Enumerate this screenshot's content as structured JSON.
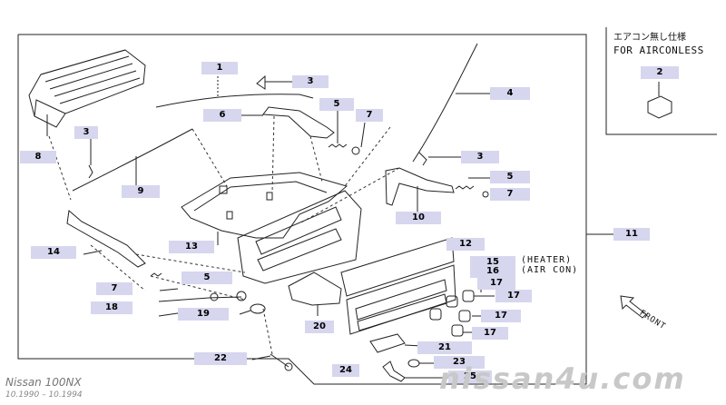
{
  "callouts": [
    {
      "text": "1"
    },
    {
      "text": "3"
    },
    {
      "text": "6"
    },
    {
      "text": "5"
    },
    {
      "text": "7"
    },
    {
      "text": "4"
    },
    {
      "text": "3"
    },
    {
      "text": "5"
    },
    {
      "text": "7"
    },
    {
      "text": "8"
    },
    {
      "text": "3"
    },
    {
      "text": "9"
    },
    {
      "text": "10"
    },
    {
      "text": "11"
    },
    {
      "text": "14"
    },
    {
      "text": "13"
    },
    {
      "text": "12"
    },
    {
      "text": "15"
    },
    {
      "text": "16"
    },
    {
      "text": "5"
    },
    {
      "text": "17"
    },
    {
      "text": "7"
    },
    {
      "text": "17"
    },
    {
      "text": "18"
    },
    {
      "text": "19"
    },
    {
      "text": "17"
    },
    {
      "text": "20"
    },
    {
      "text": "17"
    },
    {
      "text": "21"
    },
    {
      "text": "22"
    },
    {
      "text": "23"
    },
    {
      "text": "24"
    },
    {
      "text": "25"
    },
    {
      "text": "2"
    }
  ],
  "inset": {
    "japanese": "エアコン無し仕様",
    "english": "FOR AIRCONLESS"
  },
  "variants": {
    "heater": "(HEATER)",
    "aircon": "(AIR CON)"
  },
  "front_label": "FRONT",
  "model": {
    "name": "Nissan 100NX",
    "dates": "10.1990 – 10.1994"
  },
  "watermark": "nissan4u.com"
}
